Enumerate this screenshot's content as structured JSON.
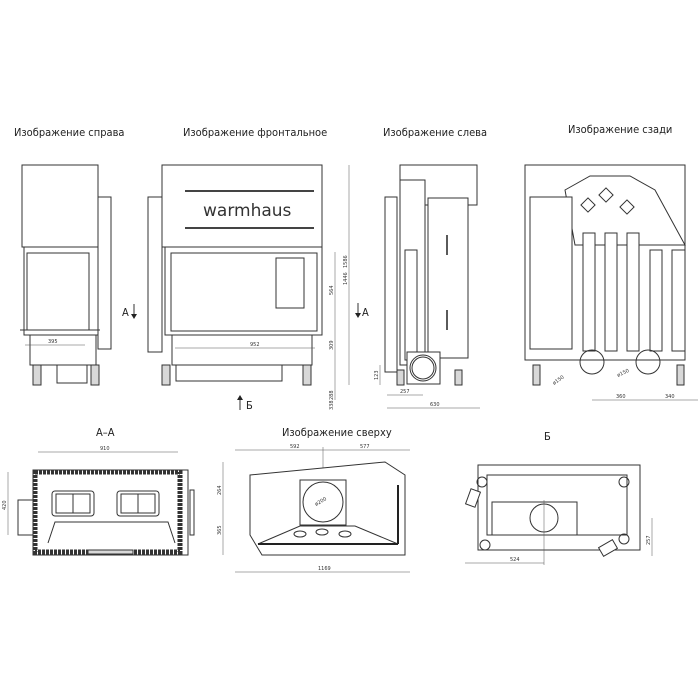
{
  "views": {
    "right": {
      "title": "Изображение справа",
      "dim_width": "395"
    },
    "front": {
      "title": "Изображение фронтальное",
      "logo": "warmhaus",
      "dim_width": "952",
      "dim_glass_height": "564",
      "dim_base": "309",
      "dim_total": "1446",
      "dim_total_max": "1586",
      "dim_legs_min": "338",
      "dim_legs_max": "288"
    },
    "left": {
      "title": "Изображение слева",
      "dim_height": "123",
      "dim_offset": "257",
      "dim_depth": "630"
    },
    "rear": {
      "title": "Изображение сзади",
      "dim_dia1": "ø150",
      "dim_dia2": "ø150",
      "dim_a": "360",
      "dim_b": "340"
    },
    "section": {
      "title": "А–А",
      "dim_width": "910",
      "dim_depth": "420"
    },
    "top": {
      "title": "Изображение сверху",
      "dim_left": "592",
      "dim_right": "577",
      "dim_total": "1169",
      "dim_upper": "264",
      "dim_lower": "365",
      "dim_flue": "ø200"
    },
    "bottom": {
      "title": "Б",
      "dim_offset": "524",
      "dim_height": "257"
    }
  },
  "markers": {
    "section_a": "А",
    "section_a2": "А",
    "view_b": "Б"
  }
}
